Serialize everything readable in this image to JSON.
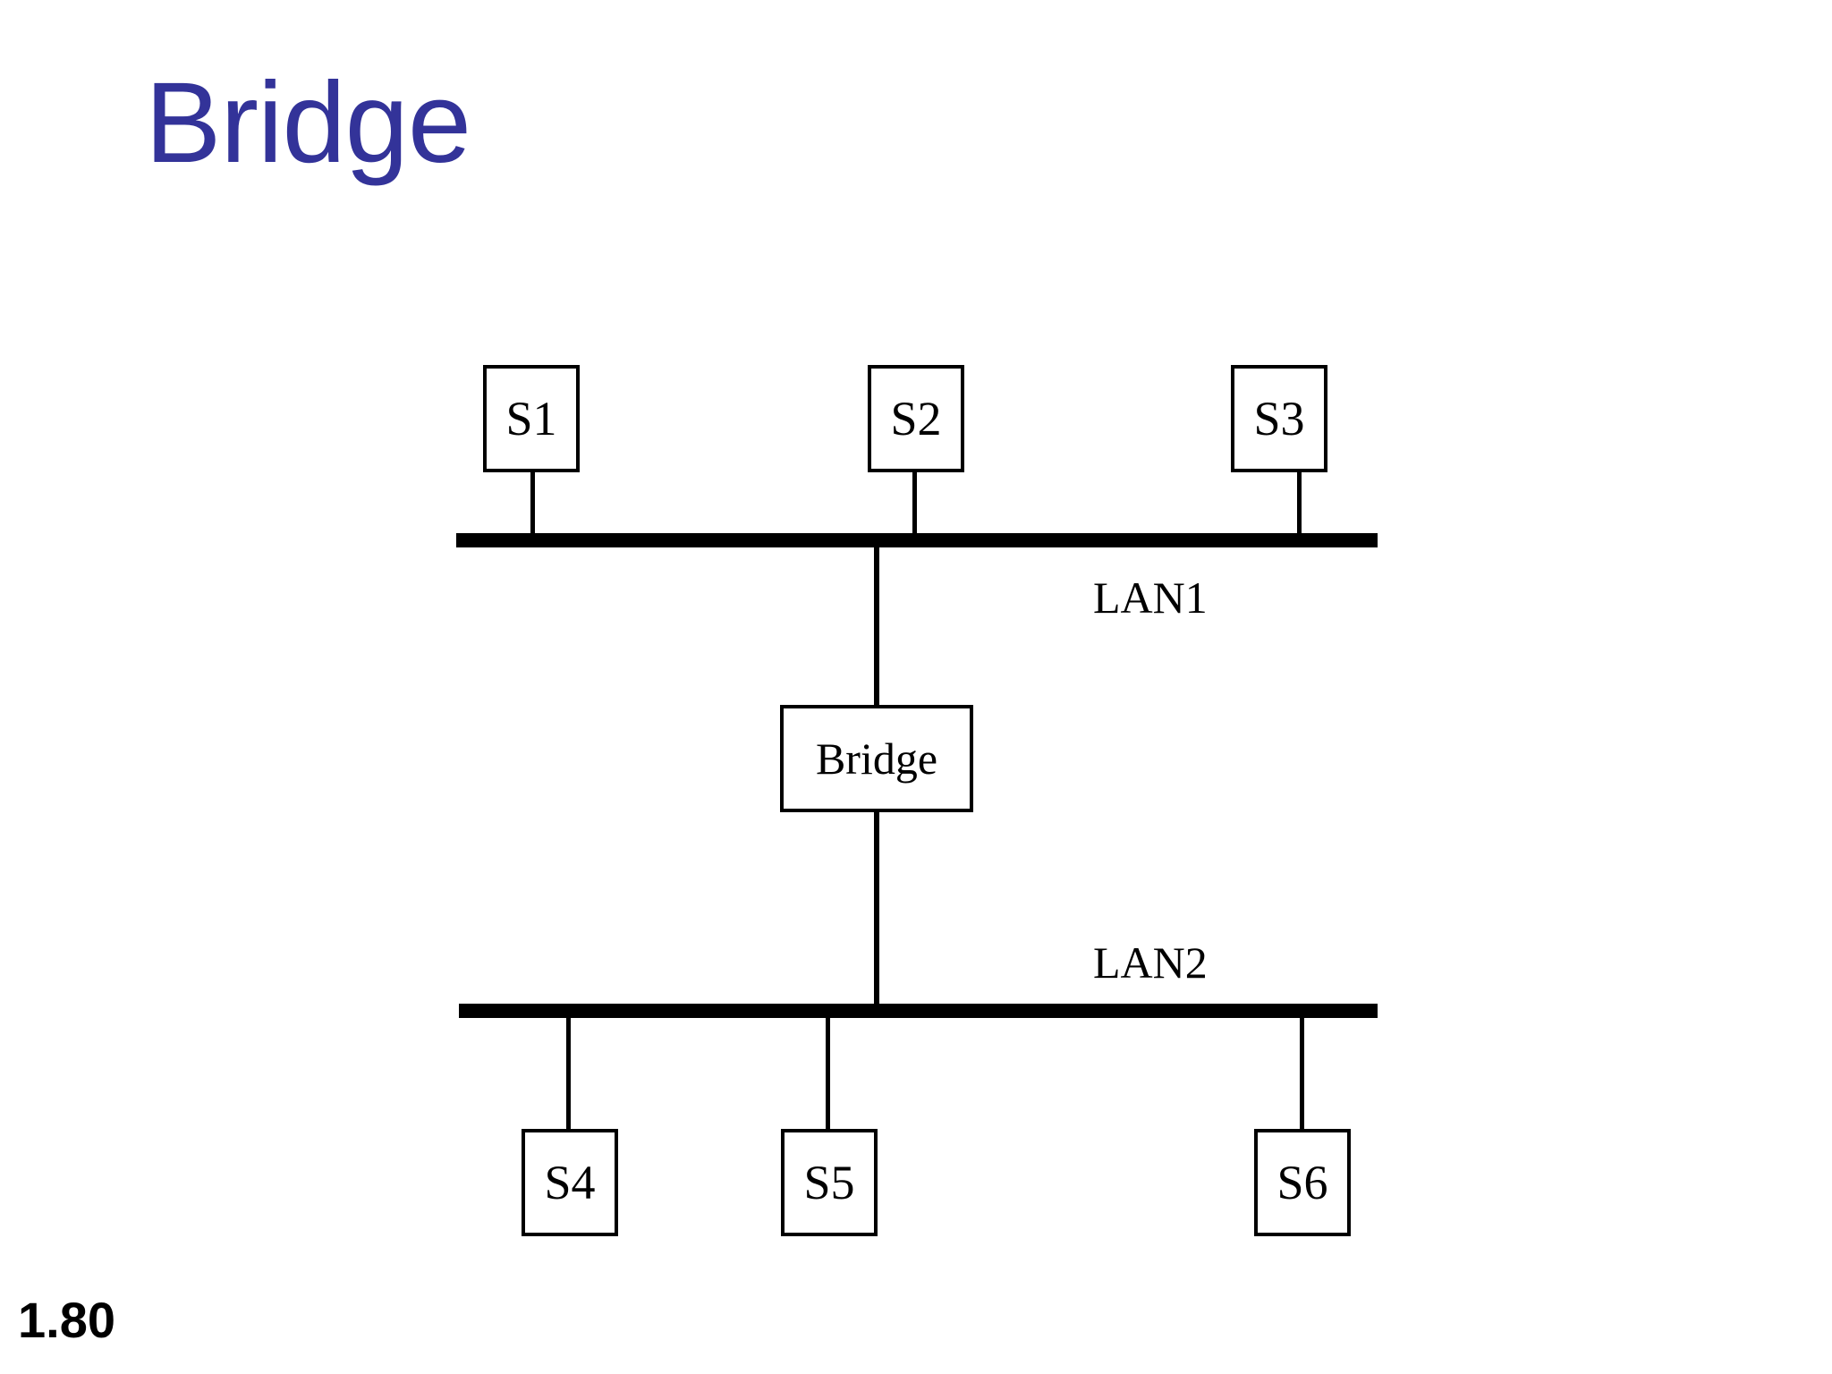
{
  "slide": {
    "title": "Bridge",
    "slide_number": "1.80",
    "title_color": "#333399",
    "line_color": "#000000",
    "background_color": "#ffffff"
  },
  "diagram": {
    "type": "network-topology",
    "description": "Two LAN segments joined by a bridge",
    "top_stations": [
      {
        "label": "S1"
      },
      {
        "label": "S2"
      },
      {
        "label": "S3"
      }
    ],
    "bottom_stations": [
      {
        "label": "S4"
      },
      {
        "label": "S5"
      },
      {
        "label": "S6"
      }
    ],
    "buses": [
      {
        "label": "LAN1"
      },
      {
        "label": "LAN2"
      }
    ],
    "bridge": {
      "label": "Bridge"
    }
  }
}
